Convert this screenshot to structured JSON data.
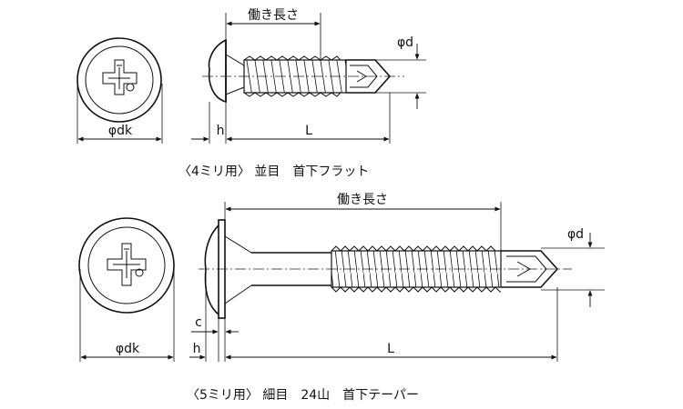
{
  "screw_4mm": {
    "dims": {
      "working_length": "働き長さ",
      "shaft_dia": "φd",
      "head_dia": "φdk",
      "head_height": "h",
      "length": "L"
    },
    "caption": "〈4ミリ用〉 並目　首下フラット"
  },
  "screw_5mm": {
    "dims": {
      "working_length": "働き長さ",
      "shaft_dia": "φd",
      "head_dia": "φdk",
      "head_height": "h",
      "washer_thickness": "c",
      "length": "L"
    },
    "caption": "〈5ミリ用〉 細目　24山　首下テーパー"
  },
  "icons": [
    "phillips-cross-recess-icon"
  ]
}
